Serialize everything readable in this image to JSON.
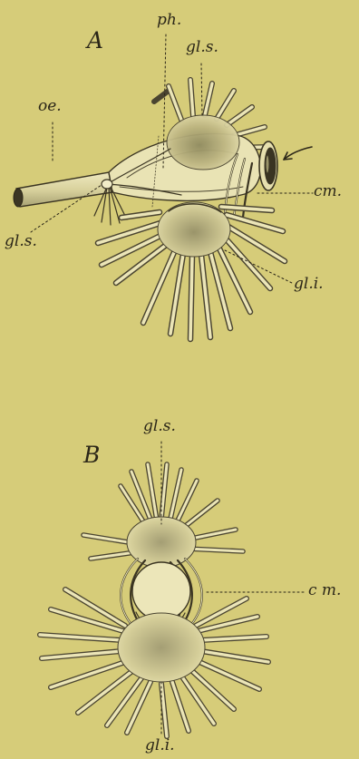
{
  "figure_a": {
    "letter": "A",
    "labels": {
      "pharynx": "ph.",
      "oesophagus": "oe.",
      "ganglion_superior_top": "gl.s.",
      "ganglion_superior_left": "gl.s.",
      "commissure": "cm.",
      "ganglion_inferior": "gl.i."
    }
  },
  "figure_b": {
    "letter": "B",
    "labels": {
      "ganglion_superior": "gl.s.",
      "commissure": "c m.",
      "ganglion_inferior": "gl.i."
    }
  },
  "colors": {
    "background": "#d6cc79",
    "ink": "#2b2618",
    "tissue": "#e6dfae"
  }
}
